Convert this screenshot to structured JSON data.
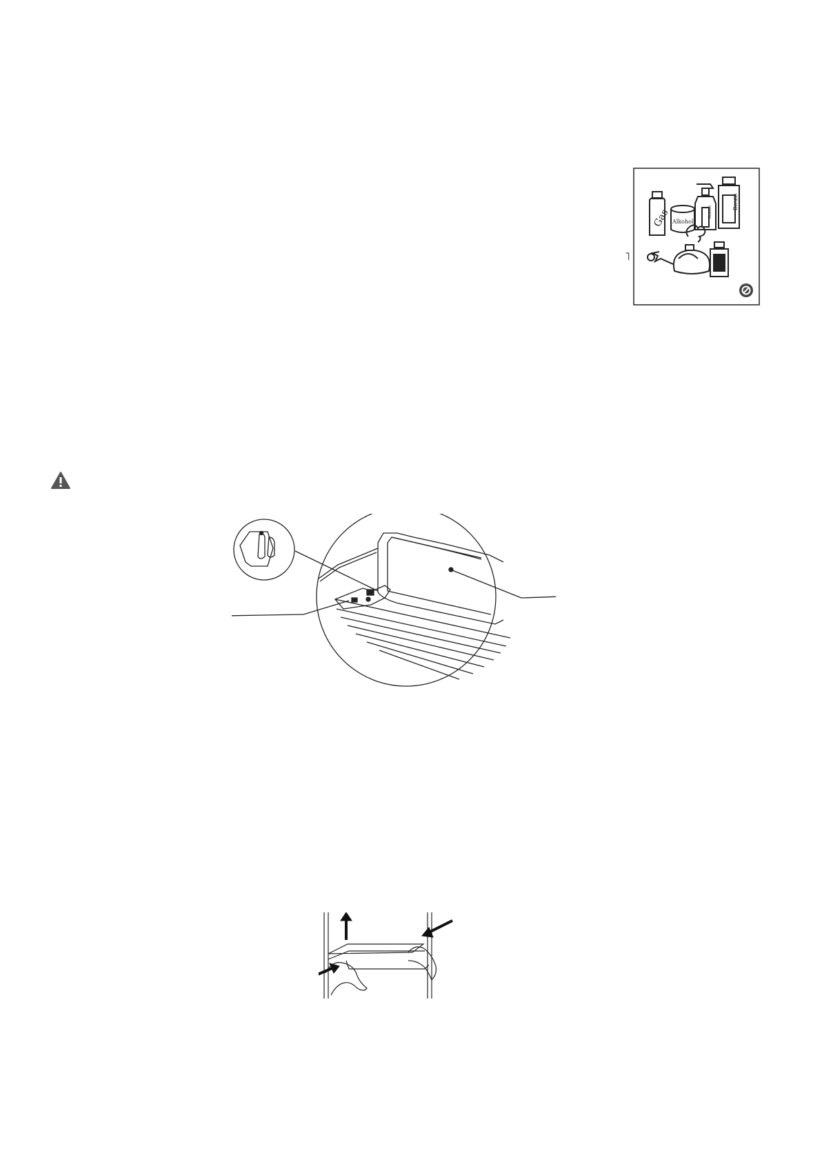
{
  "page": {
    "stray_mark": "˥",
    "illustrations": {
      "chemicals": {
        "bottle_labels": [
          "Gas",
          "Alkohol",
          "Aceton",
          "Benzin"
        ],
        "prohibited_icon": "prohibited-icon"
      },
      "warning_icon": "warning-triangle-icon",
      "hinge_detail": "hinge-detail-illustration",
      "shelf_removal": "shelf-removal-illustration"
    }
  }
}
